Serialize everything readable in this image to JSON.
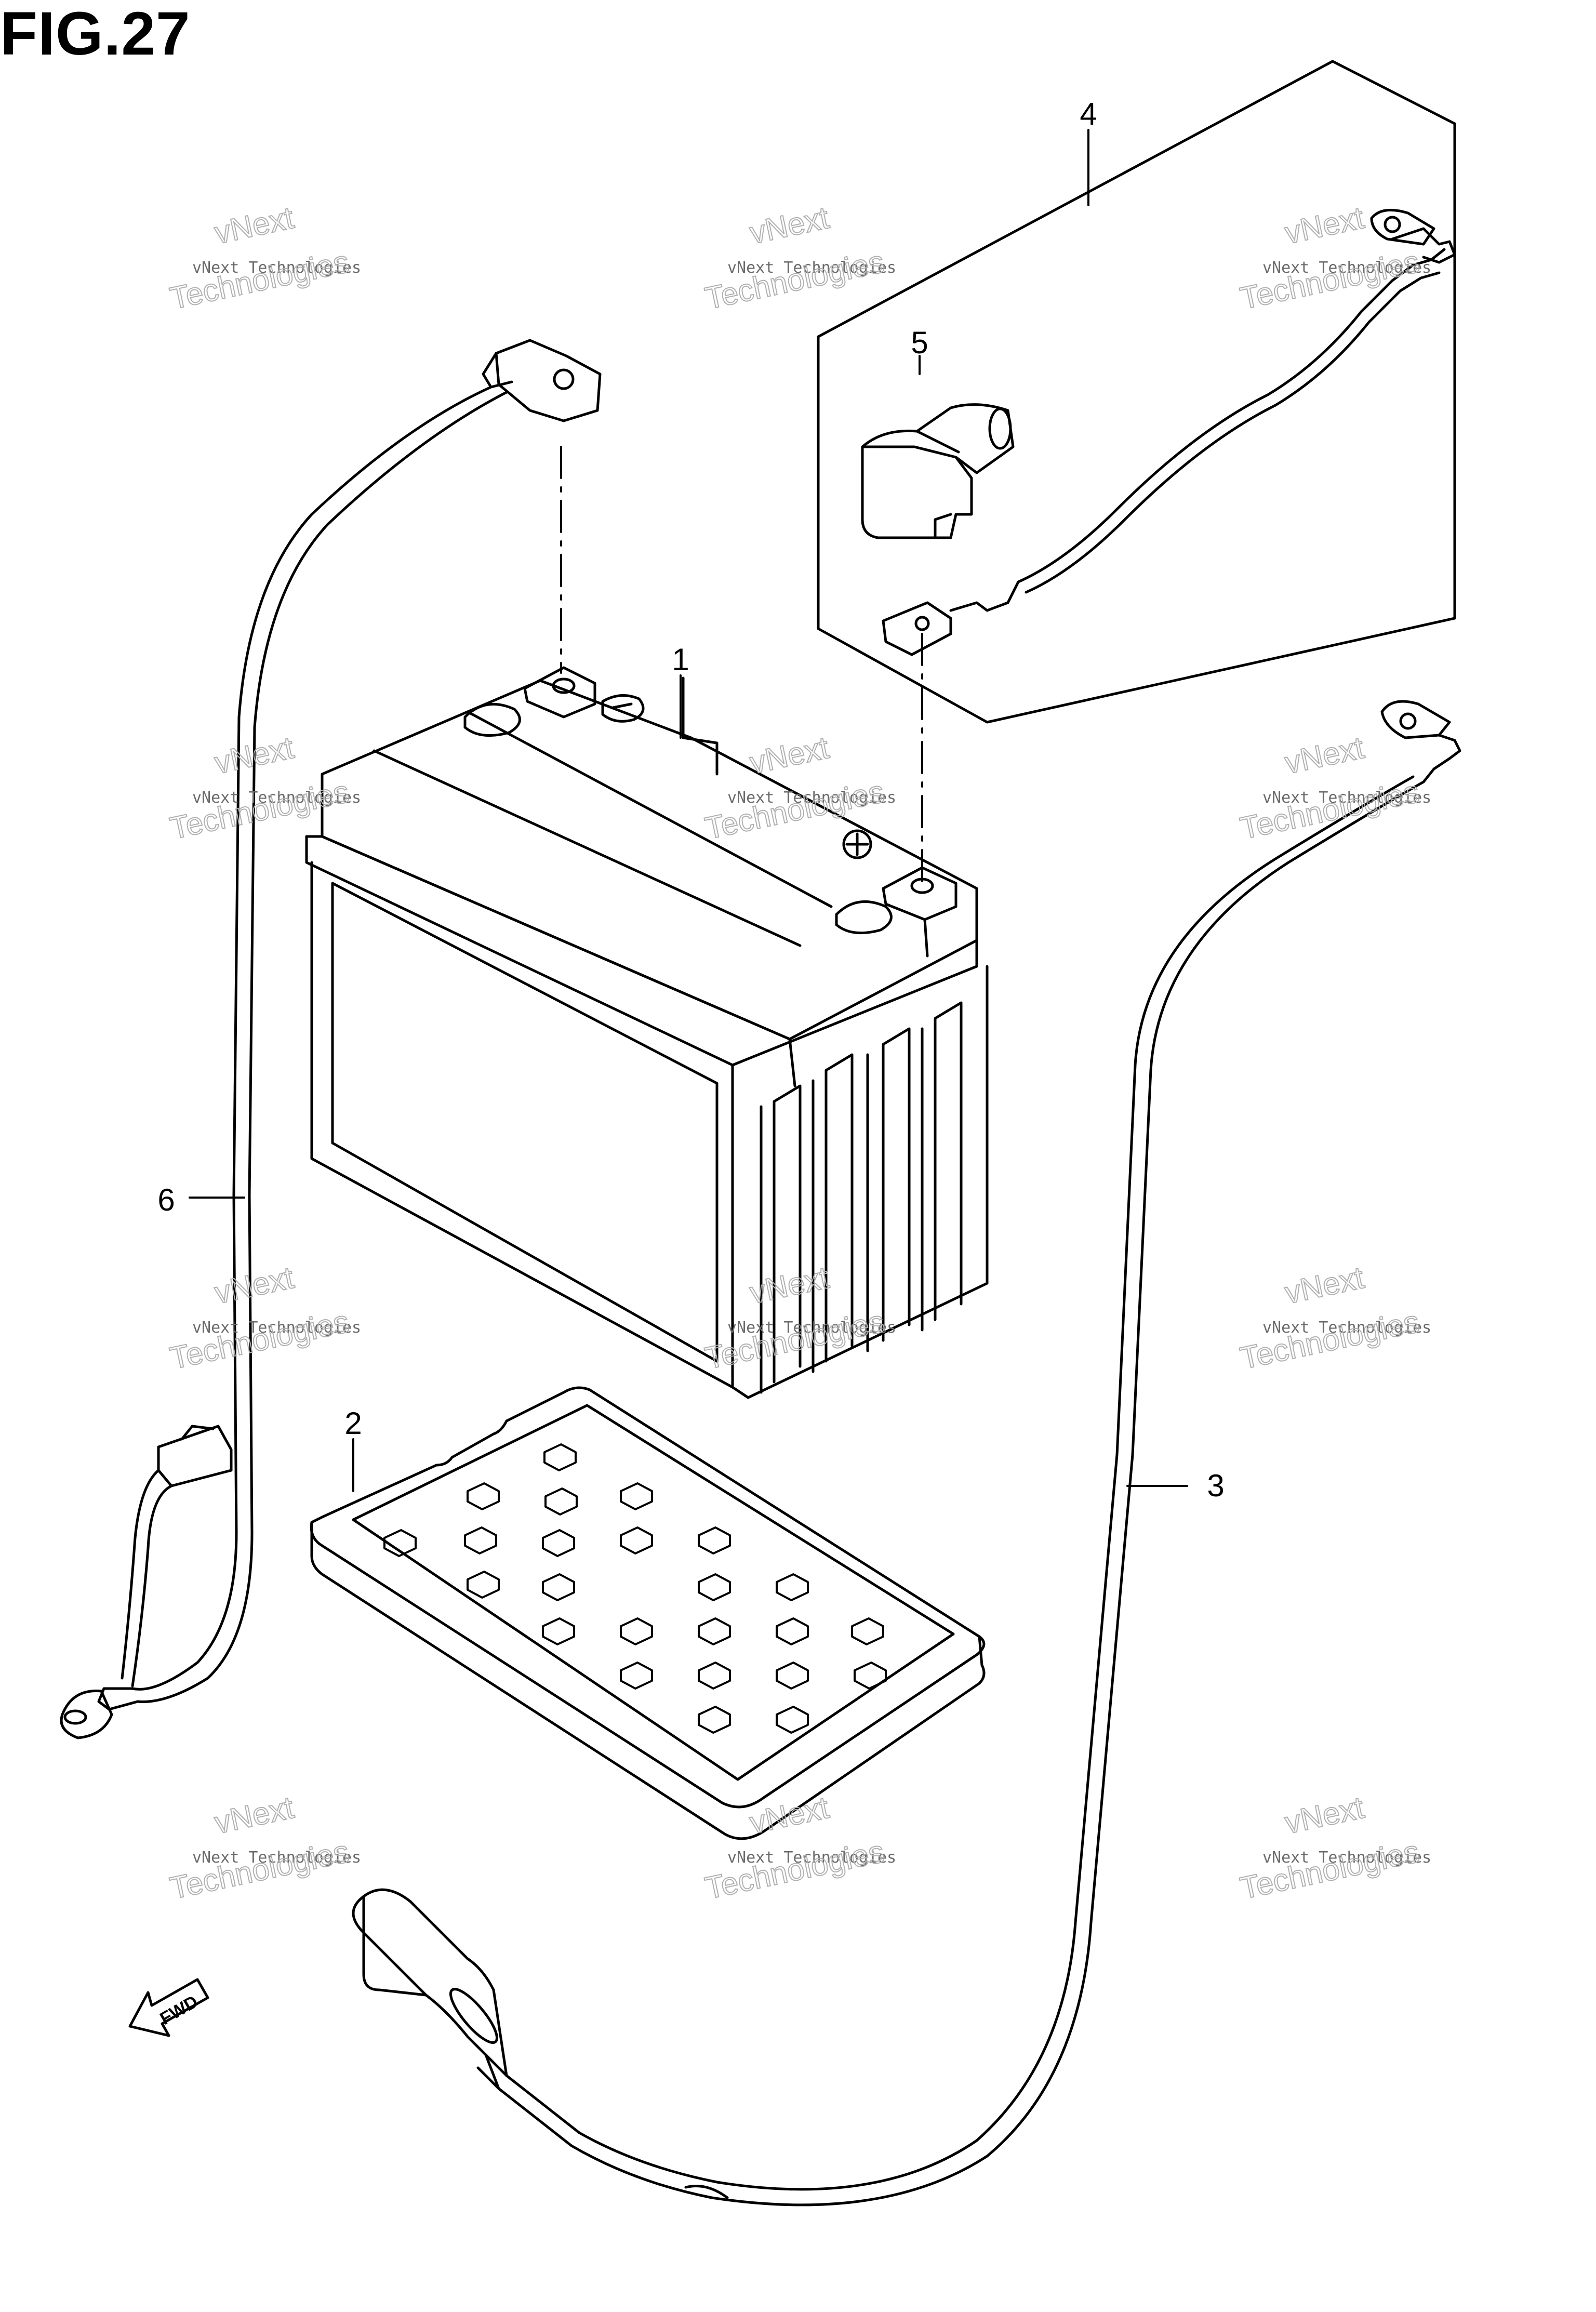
{
  "figure": {
    "title": "FIG.27"
  },
  "callouts": [
    {
      "id": "1",
      "label": "1"
    },
    {
      "id": "2",
      "label": "2"
    },
    {
      "id": "3",
      "label": "3"
    },
    {
      "id": "4",
      "label": "4"
    },
    {
      "id": "5",
      "label": "5"
    },
    {
      "id": "6",
      "label": "6"
    }
  ],
  "fwd_label": "FWD",
  "watermark": {
    "small": "vNext Technologies",
    "large_line1": "vNext",
    "large_line2": "Technologies"
  }
}
